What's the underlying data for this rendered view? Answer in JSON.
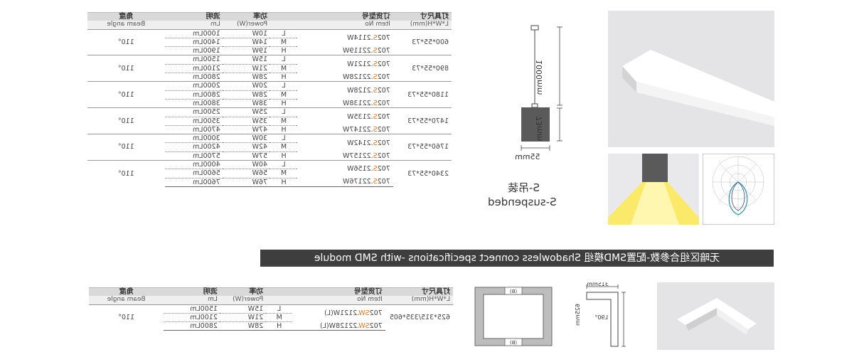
{
  "table_headers": {
    "beam": {
      "cn": "角度",
      "en": "Beam angle"
    },
    "lumen": {
      "cn": "流明",
      "en": "Lm"
    },
    "power": {
      "cn": "功率",
      "en": "Power(W)"
    },
    "item": {
      "cn": "订货型号",
      "en": "Item No"
    },
    "size": {
      "cn": "灯具尺寸",
      "en": "L*W*H(mm)"
    }
  },
  "top_table": [
    {
      "size": "600*55*73",
      "beam": "110°",
      "item_main": "702S.2114W",
      "rows": [
        {
          "lumen": "1000Lm",
          "power": "10W",
          "level": "L"
        },
        {
          "lumen": "1400Lm",
          "power": "14W",
          "level": "M"
        },
        {
          "lumen": "1900Lm",
          "power": "19W",
          "level": "H",
          "item": "702S.22119W"
        }
      ]
    },
    {
      "size": "890*55*73",
      "beam": "110°",
      "item_main": "702S.2121W",
      "rows": [
        {
          "lumen": "1500Lm",
          "power": "15W",
          "level": "L"
        },
        {
          "lumen": "2100Lm",
          "power": "21W",
          "level": "M"
        },
        {
          "lumen": "2800Lm",
          "power": "28W",
          "level": "H",
          "item": "702S.22128W"
        }
      ]
    },
    {
      "size": "1180*55*73",
      "beam": "110°",
      "item_main": "702S.2128W",
      "rows": [
        {
          "lumen": "2000Lm",
          "power": "20W",
          "level": "L"
        },
        {
          "lumen": "2800Lm",
          "power": "28W",
          "level": "M"
        },
        {
          "lumen": "3800Lm",
          "power": "38W",
          "level": "H",
          "item": "702S.22138W"
        }
      ]
    },
    {
      "size": "1470*55*73",
      "beam": "110°",
      "item_main": "702S.2135W",
      "rows": [
        {
          "lumen": "2500Lm",
          "power": "25W",
          "level": "L"
        },
        {
          "lumen": "3500Lm",
          "power": "35W",
          "level": "M"
        },
        {
          "lumen": "4700Lm",
          "power": "47W",
          "level": "H",
          "item": "702S.22147W"
        }
      ]
    },
    {
      "size": "1760*55*73",
      "beam": "110°",
      "item_main": "702S.2142W",
      "rows": [
        {
          "lumen": "3000Lm",
          "power": "30W",
          "level": "L"
        },
        {
          "lumen": "4200Lm",
          "power": "42W",
          "level": "M"
        },
        {
          "lumen": "5700Lm",
          "power": "57W",
          "level": "H",
          "item": "702S.22157W"
        }
      ]
    },
    {
      "size": "2340*55*73",
      "beam": "110°",
      "item_main": "702S.2156W",
      "rows": [
        {
          "lumen": "4000Lm",
          "power": "40W",
          "level": "L"
        },
        {
          "lumen": "5600Lm",
          "power": "56W",
          "level": "M"
        },
        {
          "lumen": "7600Lm",
          "power": "76W",
          "level": "H",
          "item": "702S.22176W"
        }
      ]
    }
  ],
  "bottom_table": {
    "size": "625*315/335*605",
    "beam": "110°",
    "item_main": "702SW.2121W(L)",
    "item_h": "702SW.22128W(L)",
    "rows": [
      {
        "lumen": "1500Lm",
        "power": "15W",
        "level": "L"
      },
      {
        "lumen": "2100Lm",
        "power": "21W",
        "level": "M"
      },
      {
        "lumen": "2800Lm",
        "power": "28W",
        "level": "H"
      }
    ]
  },
  "drawing": {
    "dim_cable": "1000mm",
    "dim_height": "73mm",
    "dim_width": "55mm"
  },
  "suspended": {
    "cn": "S-吊装",
    "en": "S-suspended"
  },
  "banner": "无暗区组合参数-配置SMD模组 Shadowless connect specifications -with SMD module",
  "corner_drawing": {
    "dim_top": "315mm",
    "dim_side": "625mm",
    "angle": "L90°",
    "tag": "(B)"
  }
}
